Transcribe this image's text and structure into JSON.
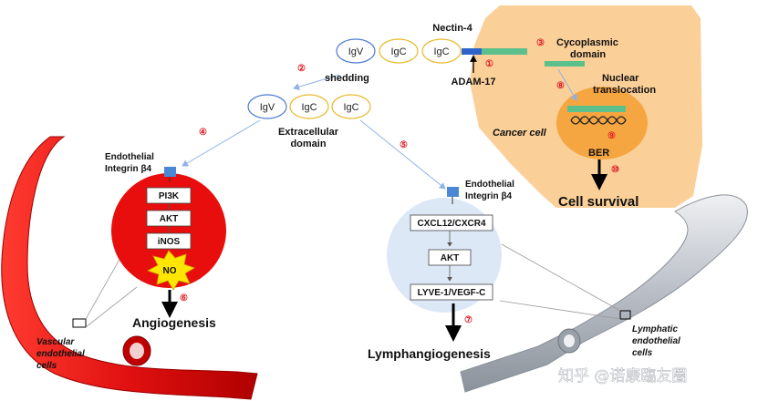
{
  "domains": {
    "top": [
      "IgV",
      "IgC",
      "IgC"
    ],
    "extracellular": [
      "IgV",
      "IgC",
      "IgC"
    ]
  },
  "labels": {
    "nectin4": "Nectin-4",
    "adam17": "ADAM-17",
    "shedding": "shedding",
    "extracellular_domain_line1": "Extracellular",
    "extracellular_domain_line2": "domain",
    "cytoplasmic_line1": "Cycoplasmic",
    "cytoplasmic_line2": "domain",
    "nuclear_line1": "Nuclear",
    "nuclear_line2": "translocation",
    "cancer_cell": "Cancer cell",
    "ber": "BER",
    "cell_survival": "Cell survival",
    "endothelial_left_line1": "Endothelial",
    "endothelial_left_line2": "Integrin β4",
    "endothelial_right_line1": "Endothelial",
    "endothelial_right_line2": "Integrin β4",
    "angiogenesis": "Angiogenesis",
    "lymphangiogenesis": "Lymphangiogenesis",
    "vascular_line1": "Vascular",
    "vascular_line2": "endothelial",
    "vascular_line3": "cells",
    "lymphatic_line1": "Lymphatic",
    "lymphatic_line2": "endothelial",
    "lymphatic_line3": "cells",
    "watermark": "知乎 @诺康臨友圈"
  },
  "left_pathway": [
    "PI3K",
    "AKT",
    "iNOS",
    "NO"
  ],
  "right_pathway": [
    "CXCL12/CXCR4",
    "AKT",
    "LYVE-1/VEGF-C"
  ],
  "step_numbers": [
    "①",
    "②",
    "③",
    "④",
    "⑤",
    "⑥",
    "⑦",
    "⑧",
    "⑨",
    "⑩"
  ],
  "colors": {
    "cancer_cell": "#fbcf98",
    "nucleus": "#f6a640",
    "vessel": "#e41a1a",
    "lymph_bg": "#dde8f7",
    "lymph_vessel": "#c9cdd3",
    "accent_green": "#5cc08c",
    "accent_blue": "#2e63c9",
    "domain_blue": "#4a7bd0",
    "domain_gold": "#e8b92c",
    "step_red": "#e0232a",
    "no_burst": "#ffe600"
  }
}
